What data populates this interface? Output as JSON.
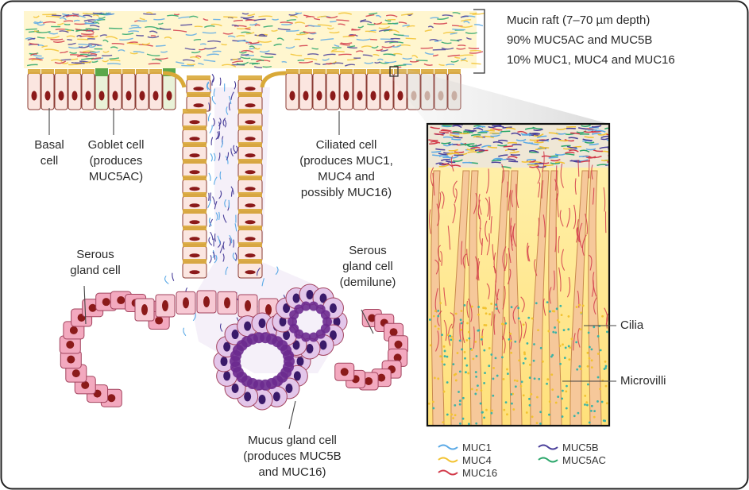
{
  "raft": {
    "line1": "Mucin raft (7–70 µm depth)",
    "line2": "90% MUC5AC and MUC5B",
    "line3": "10% MUC1, MUC4 and MUC16"
  },
  "labels": {
    "basal": "Basal\ncell",
    "goblet": "Goblet cell\n(produces\nMUC5AC)",
    "ciliated": "Ciliated cell\n(produces MUC1,\nMUC4 and\npossibly MUC16)",
    "serous_left": "Serous\ngland cell",
    "serous_right": "Serous\ngland cell\n(demilune)",
    "mucus": "Mucus gland cell\n(produces MUC5B\nand MUC16)",
    "cilia": "Cilia",
    "microvilli": "Microvilli"
  },
  "legend": [
    {
      "label": "MUC1",
      "color": "#5aa9e6"
    },
    {
      "label": "MUC4",
      "color": "#f2c230"
    },
    {
      "label": "MUC16",
      "color": "#d23a4a"
    },
    {
      "label": "MUC5B",
      "color": "#4a3f9a"
    },
    {
      "label": "MUC5AC",
      "color": "#2aa66a"
    }
  ]
}
